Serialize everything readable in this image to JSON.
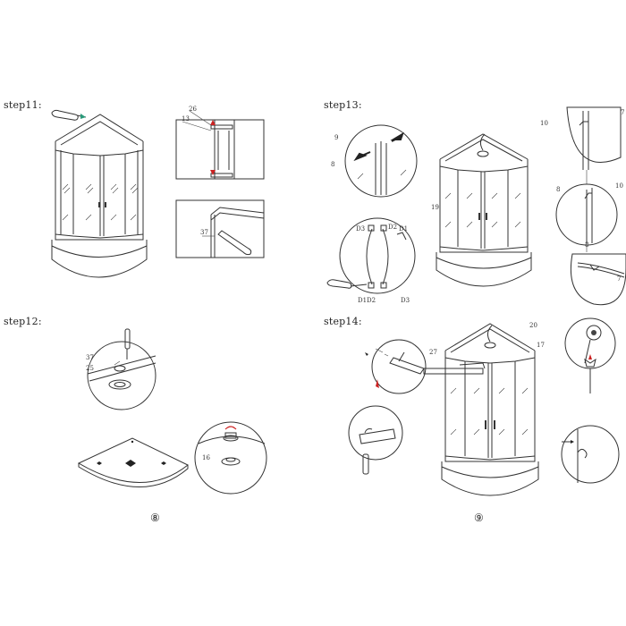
{
  "steps": [
    {
      "id": "step11",
      "label": "step11:"
    },
    {
      "id": "step12",
      "label": "step12:"
    },
    {
      "id": "step13",
      "label": "step13:"
    },
    {
      "id": "step14",
      "label": "step14:"
    }
  ],
  "callouts": {
    "c26": "26",
    "c13": "13",
    "c37a": "37",
    "c37b": "37",
    "c25": "25",
    "c16": "16",
    "c9": "9",
    "c8a": "8",
    "c19": "19",
    "cD3a": "D3",
    "cD2a": "D2",
    "cD1a": "D1",
    "cD1b": "D1",
    "cD2b": "D2",
    "cD3b": "D3",
    "c10a": "10",
    "c7a": "7",
    "c8b": "8",
    "c10b": "10",
    "c8c": "8",
    "c7b": "7",
    "c20": "20",
    "c17": "17",
    "c27": "27"
  },
  "pages": [
    "⑧",
    "⑨"
  ]
}
